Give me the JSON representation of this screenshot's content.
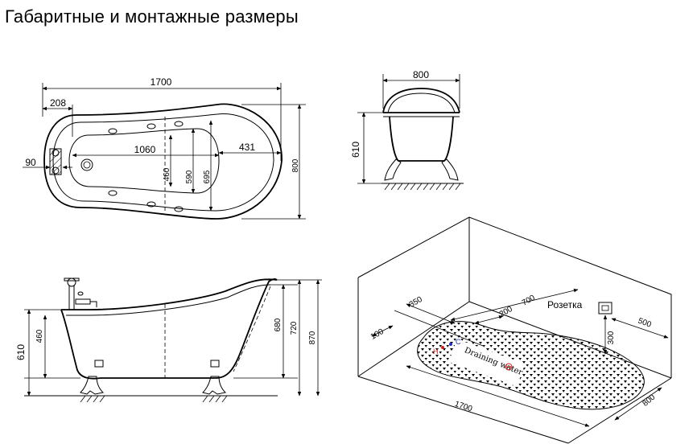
{
  "title": "Габаритные и монтажные размеры",
  "top_view": {
    "d_length": "1700",
    "d_208": "208",
    "d_1060": "1060",
    "d_431": "431",
    "d_90": "90",
    "d_460": "460",
    "d_590": "590",
    "d_695": "695",
    "d_800": "800"
  },
  "end_view": {
    "d_width": "800",
    "d_height": "610"
  },
  "side_view": {
    "d_610": "610",
    "d_460": "460",
    "d_680": "680",
    "d_720": "720",
    "d_870": "870"
  },
  "install_view": {
    "socket_label": "Розетка",
    "d_350": "350",
    "d_200": "200",
    "d_700": "700",
    "d_100": "100",
    "d_300": "300",
    "d_500": "500",
    "d_1700": "1700",
    "d_800": "800",
    "drain_label": "Draining water",
    "mark_h": "H",
    "mark_c": "C"
  },
  "colors": {
    "line": "#000000",
    "hot_mark": "#d22020",
    "cold_mark": "#2030c0"
  }
}
